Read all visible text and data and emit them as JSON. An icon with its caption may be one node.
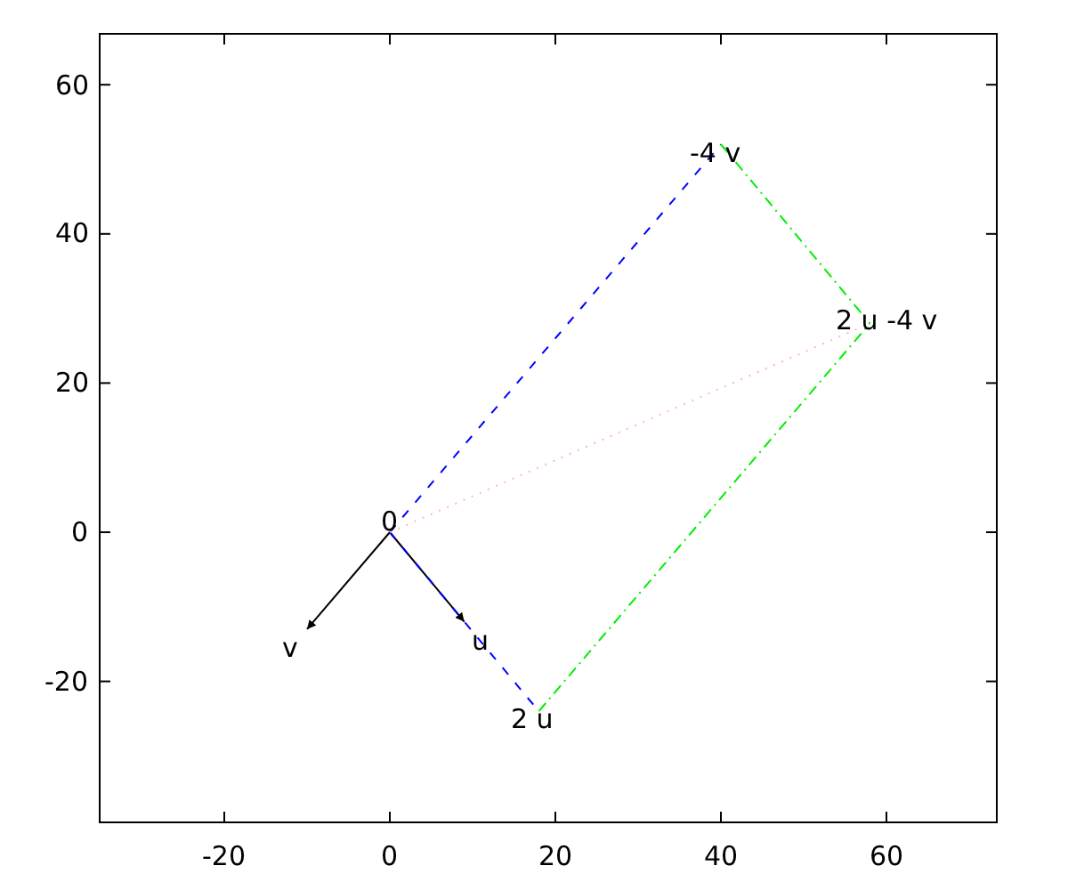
{
  "diagram": {
    "nodes": [
      {
        "text": [
          "0"
        ]
      },
      {
        "text": [
          "u"
        ]
      },
      {
        "text": [
          "v"
        ]
      },
      {
        "text": [
          "2 u"
        ]
      },
      {
        "text": [
          "-4 v"
        ]
      },
      {
        "text": [
          "2 u -4 v"
        ]
      }
    ],
    "edges": [
      {
        "from": 0,
        "to": 1,
        "arrow": "to"
      },
      {
        "from": 0,
        "to": 2,
        "arrow": "to"
      },
      {
        "from": 0,
        "to": 3,
        "arrow": "none",
        "style": "dashed",
        "color": "#0000ff"
      },
      {
        "from": 0,
        "to": 4,
        "arrow": "none",
        "style": "dashed",
        "color": "#0000ff"
      },
      {
        "from": 4,
        "to": 5,
        "arrow": "none",
        "style": "dashed",
        "color": "#00ee00"
      },
      {
        "from": 3,
        "to": 5,
        "arrow": "none",
        "style": "dashed",
        "color": "#00ee00"
      },
      {
        "from": 0,
        "to": 5,
        "arrow": "none",
        "style": "dashed",
        "color": "#ffb6c1"
      }
    ],
    "labels": [
      "60",
      "40",
      "20",
      "0",
      "-20",
      "-20",
      "0",
      "20",
      "40",
      "60"
    ]
  }
}
